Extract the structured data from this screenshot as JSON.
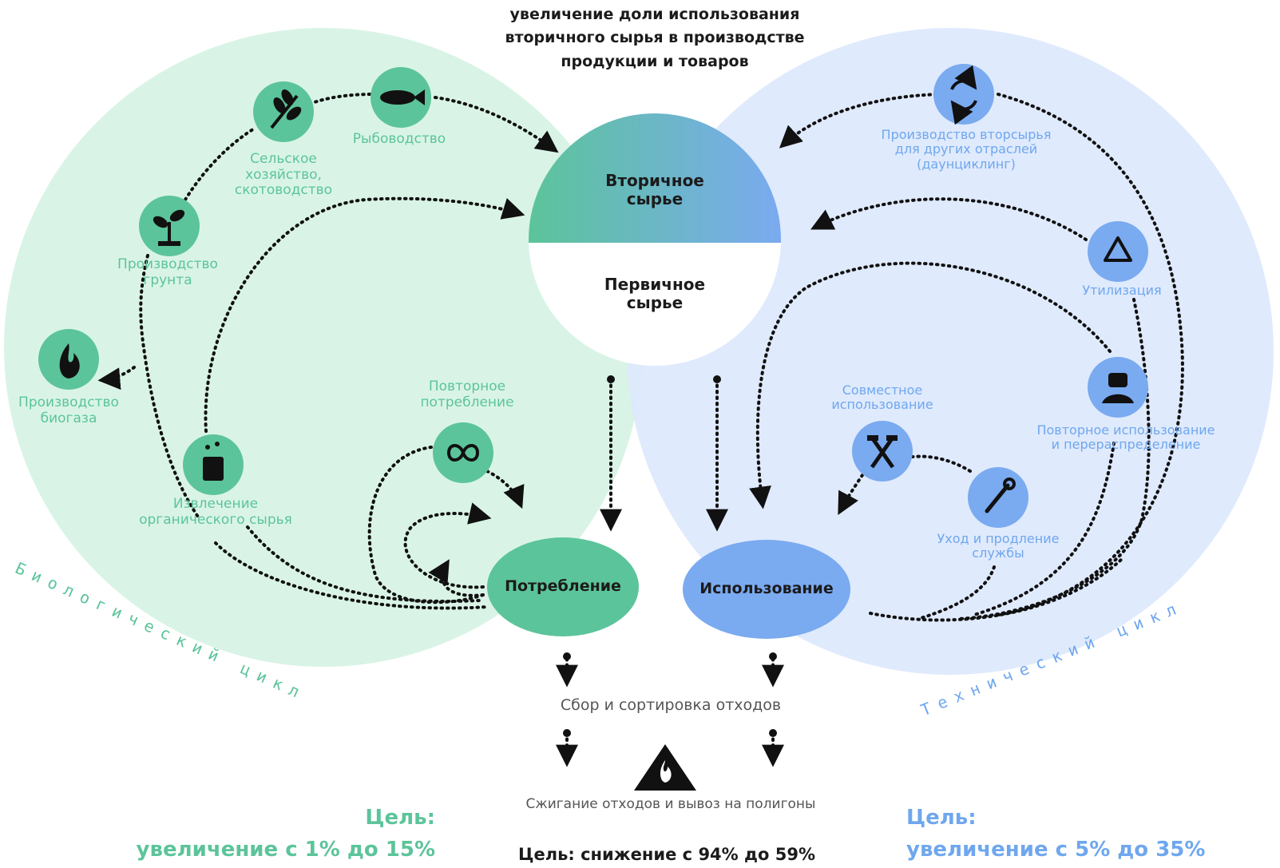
{
  "top_heading": [
    "увеличение доли использования",
    "вторичного сырья в производстве",
    "продукции и товаров"
  ],
  "secondary": [
    "Вторичное",
    "сырье"
  ],
  "primary": [
    "Первичное",
    "сырье"
  ],
  "bio": {
    "fish": "Рыбоводство",
    "agri": [
      "Сельское",
      "хозяйство,",
      "скотоводство"
    ],
    "soil": [
      "Производство",
      "грунта"
    ],
    "biogas": [
      "Производство",
      "биогаза"
    ],
    "organic": [
      "Извлечение",
      "органического сырья"
    ],
    "reuse": [
      "Повторное",
      "потребление"
    ],
    "consumption": "Потребление",
    "cycle_label": "Биологический цикл"
  },
  "tech": {
    "downcycling": [
      "Производство вторсырья",
      "для других отраслей",
      "(даунциклинг)"
    ],
    "recycling": "Утилизация",
    "redistribution": [
      "Повторное использование",
      "и перераспределение"
    ],
    "sharing": [
      "Совместное",
      "использование"
    ],
    "maintenance": [
      "Уход и продление",
      "службы"
    ],
    "usage": "Использование",
    "cycle_label": "Технический цикл"
  },
  "waste": {
    "collection": "Сбор и сортировка отходов",
    "landfill": "Сжигание отходов и вывоз на полигоны"
  },
  "goals": {
    "left_title": "Цель:",
    "left_value": "увеличение с 1% до 15%",
    "center": "Цель: снижение с 94% до 59%",
    "right_title": "Цель:",
    "right_value": "увеличение с 5% до 35%"
  },
  "colors": {
    "green": "#5cc49a",
    "green_bg": "#d9f4e6",
    "blue": "#6fa7ee",
    "blue_bg": "#dce8fd",
    "dark": "#1b1b1b"
  }
}
